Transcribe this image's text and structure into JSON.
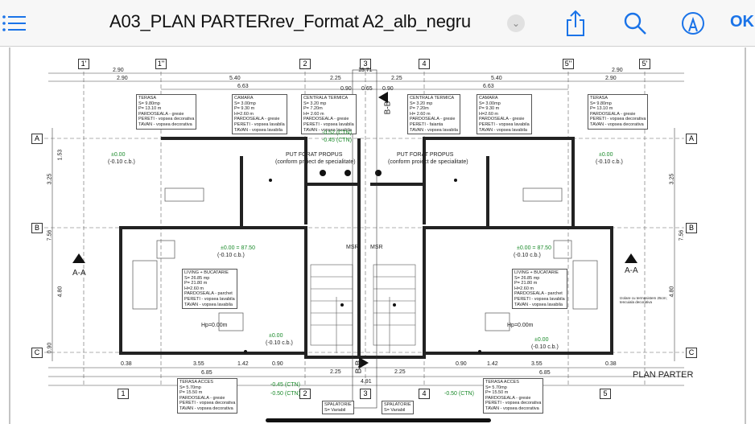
{
  "toolbar": {
    "title": "A03_PLAN PARTERrev_Format A2_alb_negru",
    "done_label": "OK",
    "icons": [
      "list-icon",
      "chevron-down-icon",
      "share-icon",
      "search-icon",
      "markup-icon"
    ],
    "accent": "#1a73e8"
  },
  "drawing": {
    "title": "PLAN PARTER",
    "axes_top": [
      "1'",
      "1''",
      "2",
      "3",
      "4",
      "5''",
      "5'"
    ],
    "axes_bottom": [
      "1",
      "2",
      "3",
      "4",
      "5"
    ],
    "axes_rows": [
      "A",
      "B",
      "C",
      "A",
      "B",
      "C"
    ],
    "dims_top": [
      "2.90",
      "2.90",
      "5.40",
      "6.63",
      "2.25",
      "15.71",
      "0.90",
      "0.65",
      "0.90",
      "2.25",
      "5.40",
      "6.63",
      "2.90",
      "2.90"
    ],
    "dims_bottom": [
      "0.38",
      "3.55",
      "1.42",
      "0.90",
      "2.25",
      "4.91",
      "2.25",
      "0.90",
      "1.42",
      "3.55",
      "6.85",
      "6.85",
      "0.38"
    ],
    "dims_side": [
      "3.25",
      "7.56",
      "4.80",
      "1.53",
      "0.90",
      "3.25",
      "7.56",
      "4.80"
    ],
    "rooms": [
      {
        "name": "TERASA",
        "lines": [
          "S= 9.80mp",
          "P= 13.10 m",
          "PARDOSEALA - gresie",
          "PERETI - vopsea decorativa",
          "TAVAN - vopsea decorativa"
        ]
      },
      {
        "name": "CAMARA",
        "lines": [
          "S= 3.00mp",
          "P= 9.30 m",
          "H=2.60 m",
          "PARDOSEALA - gresie",
          "PERETI - vopsea lavabila",
          "TAVAN - vopsea lavabila"
        ]
      },
      {
        "name": "CENTRALA TERMICA",
        "lines": [
          "S= 3.20 mp",
          "P= 7.20m",
          "H= 2.60 m",
          "PARDOSEALA - gresie",
          "PERETI - vopsea lavabila",
          "TAVAN - vopsea lavabila"
        ]
      },
      {
        "name": "CENTRALA TERMICA",
        "lines": [
          "S= 3.20 mp",
          "P= 7.20m",
          "H= 2.60 m",
          "PARDOSEALA - gresie",
          "PERETI - faianta",
          "TAVAN - vopsea lavabila"
        ]
      },
      {
        "name": "CAMARA",
        "lines": [
          "S= 3.00mp",
          "P= 9.30 m",
          "H=2.60 m",
          "PARDOSEALA - gresie",
          "PERETI - vopsea lavabila",
          "TAVAN - vopsea lavabila"
        ]
      },
      {
        "name": "TERASA",
        "lines": [
          "S= 9.80mp",
          "P= 13.10 m",
          "PARDOSEALA - gresie",
          "PERETI - vopsea decorativa",
          "TAVAN - vopsea decorativa"
        ]
      },
      {
        "name": "LIVING + BUCATARIE",
        "lines": [
          "S= 26.85 mp",
          "P= 21.80 m",
          "H=2.60 m",
          "PARDOSEALA - parchet",
          "PERETI - vopsea lavabila",
          "TAVAN - vopsea lavabila"
        ]
      },
      {
        "name": "LIVING + BUCATARIE",
        "lines": [
          "S= 26.85 mp",
          "P= 21.80 m",
          "H=2.60 m",
          "PARDOSEALA - parchet",
          "PERETI - vopsea lavabila",
          "TAVAN - vopsea lavabila"
        ]
      },
      {
        "name": "TERASA ACCES",
        "lines": [
          "S= 5.70mp",
          "P= 15.50 m",
          "PARDOSEALA - gresie",
          "PERETI - vopsea decorativa",
          "TAVAN - vopsea decorativa"
        ]
      },
      {
        "name": "TERASA ACCES",
        "lines": [
          "S= 5.70mp",
          "P= 15.50 m",
          "PARDOSEALA - gresie",
          "PERETI - vopsea decorativa",
          "TAVAN - vopsea decorativa"
        ]
      },
      {
        "name": "SPALATORIE",
        "lines": [
          "S= Variabil"
        ]
      },
      {
        "name": "SPALATORIE",
        "lines": [
          "S= Variabil"
        ]
      }
    ],
    "labels": [
      "PUT FORAT PROPUS",
      "(conform proiect de specialitate)",
      "PUT FORAT PROPUS",
      "(conform proiect de specialitate)",
      "MSR",
      "MSR",
      "A-A",
      "A-A",
      "B-B",
      "B-B",
      "Hp=0.00m",
      "Hp=0.00m"
    ],
    "levels": [
      "±0.00",
      "(-0.10 c.b.)",
      "±0.00",
      "(-0.10 c.b.)",
      "±0.00 = 87.50",
      "(-0.10 c.b.)",
      "±0.00 = 87.50",
      "(-0.10 c.b.)",
      "±0.00",
      "(-0.10 c.b.)",
      "±0.00",
      "(-0.10 c.b.)",
      "-0.52 (CTN)",
      "-0.45 (CTN)",
      "-0.45 (CTN)",
      "-0.50 (CTN)",
      "-0.50 (CTN)"
    ],
    "note": "Izolare cu termosistem 25cm; tencuiala decorativa"
  }
}
